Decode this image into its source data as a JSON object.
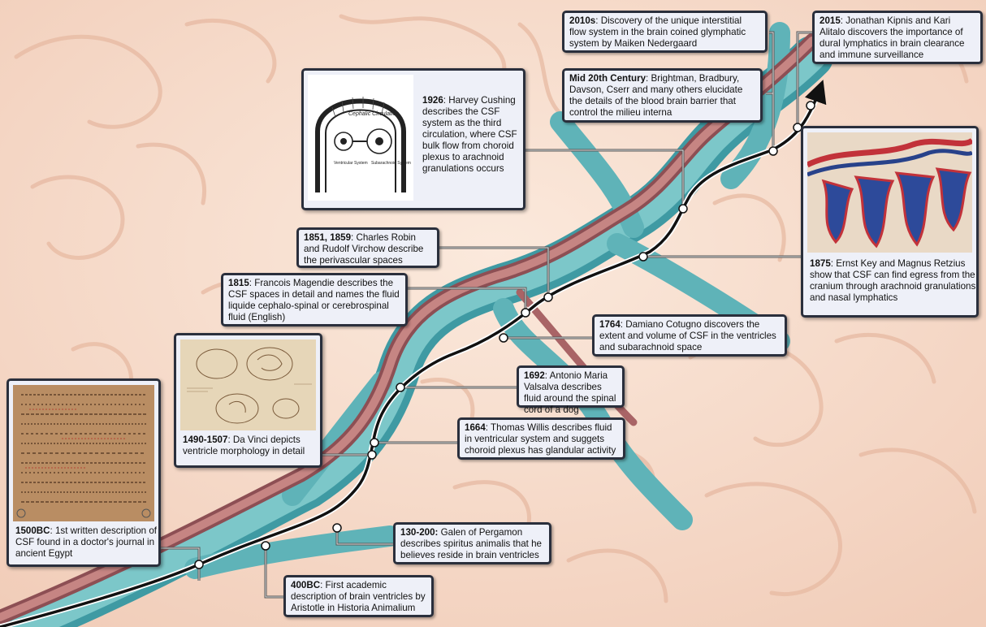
{
  "events": [
    {
      "id": "2010s",
      "year": "2010s",
      "text": ": Discovery of the unique interstitial flow system in the brain coined glymphatic system by Maiken Nedergaard"
    },
    {
      "id": "2015",
      "year": "2015",
      "text": ": Jonathan Kipnis and Kari Alitalo discovers the importance of dural lymphatics in brain clearance and immune surveillance"
    },
    {
      "id": "mid20",
      "year": "Mid 20th Century",
      "text": ": Brightman, Bradbury, Davson, Cserr and many others elucidate the details of the blood brain barrier that control the milieu interna"
    },
    {
      "id": "1926",
      "year": "1926",
      "text": ": Harvey Cushing describes the CSF system as the third circulation, where CSF bulk flow from choroid plexus to arachnoid granulations occurs"
    },
    {
      "id": "1875",
      "year": "1875",
      "text": ": Ernst Key and Magnus Retzius show that CSF can find egress from the cranium through arachnoid granulations and nasal lymphatics"
    },
    {
      "id": "1851",
      "year": "1851, 1859",
      "text": ": Charles Robin and Rudolf Virchow describe the perivascular spaces"
    },
    {
      "id": "1815",
      "year": "1815",
      "text": ": Francois Magendie describes the CSF spaces in detail and names the fluid liquide cephalo-spinal or cerebrospinal fluid (English)"
    },
    {
      "id": "1764",
      "year": "1764",
      "text": ": Damiano Cotugno discovers the extent and volume of CSF in the ventricles and subarachnoid space"
    },
    {
      "id": "1692",
      "year": "1692",
      "text": ": Antonio Maria Valsalva describes fluid around the spinal cord of a dog"
    },
    {
      "id": "1664",
      "year": "1664",
      "text": ": Thomas Willis describes fluid in ventricular system and suggets choroid plexus has glandular activity"
    },
    {
      "id": "1490",
      "year": "1490-1507",
      "text": ": Da Vinci depicts ventricle morphology in detail"
    },
    {
      "id": "1500bc",
      "year": "1500BC",
      "text": ": 1st written description of CSF found in a doctor's journal in ancient Egypt"
    },
    {
      "id": "130",
      "year": "130-200:",
      "text": " Galen of Pergamon describes spiritus animalis that he believes reside in brain ventricles"
    },
    {
      "id": "400bc",
      "year": "400BC",
      "text": ": First academic description of brain ventricles by Aristotle in Historia Animalium"
    }
  ],
  "figure_text": {
    "cushing_label": "Cephalic Circulation",
    "cushing_left": "Ventricular System",
    "cushing_right": "Subarachnoid System"
  },
  "colors": {
    "background": "#f6dccb",
    "vessel_teal": "#5fb3b8",
    "vessel_red": "#b46b6b",
    "timeline": "#111111",
    "box_fill": "#eef0f8",
    "box_border": "#2a2f3c"
  }
}
